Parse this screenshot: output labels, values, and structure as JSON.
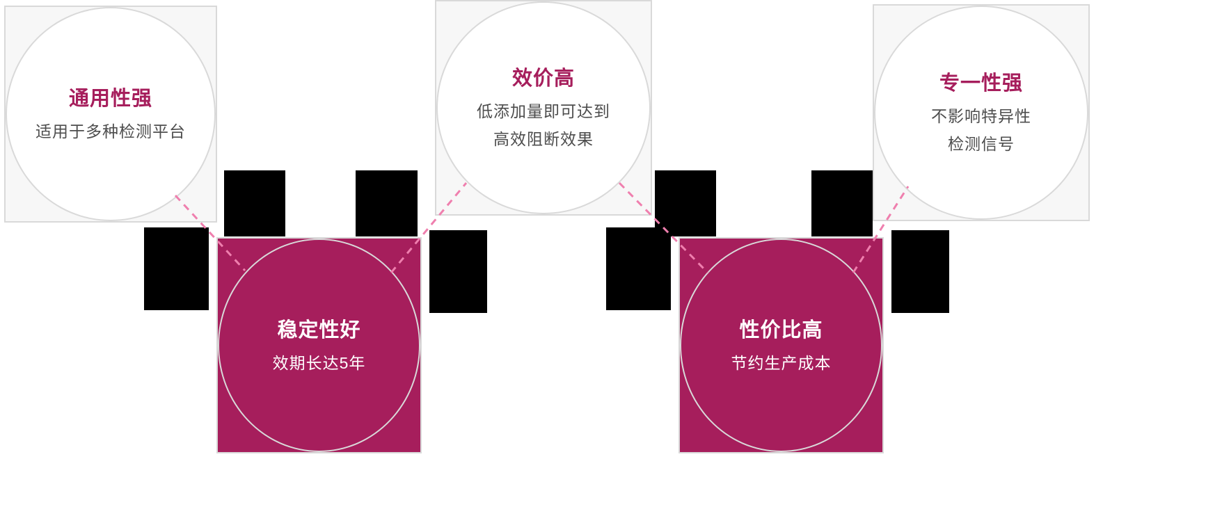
{
  "colors": {
    "magenta": "#a61e5c",
    "card_bg": "#f7f7f7",
    "circle_bg": "#ffffff",
    "border_gray": "#d9d9d9",
    "text_gray": "#4d4d4d",
    "dash_pink": "#ef7fae",
    "block_black": "#000000",
    "page_bg": "#ffffff"
  },
  "features": [
    {
      "id": "universality",
      "title": "通用性强",
      "lines": [
        "适用于多种检测平台"
      ],
      "variant": "light"
    },
    {
      "id": "potency",
      "title": "效价高",
      "lines": [
        "低添加量即可达到",
        "高效阻断效果"
      ],
      "variant": "light"
    },
    {
      "id": "specificity",
      "title": "专一性强",
      "lines": [
        "不影响特异性",
        "检测信号"
      ],
      "variant": "light"
    },
    {
      "id": "stability",
      "title": "稳定性好",
      "lines": [
        "效期长达5年"
      ],
      "variant": "magenta"
    },
    {
      "id": "cost_performance",
      "title": "性价比高",
      "lines": [
        "节约生产成本"
      ],
      "variant": "magenta"
    }
  ]
}
